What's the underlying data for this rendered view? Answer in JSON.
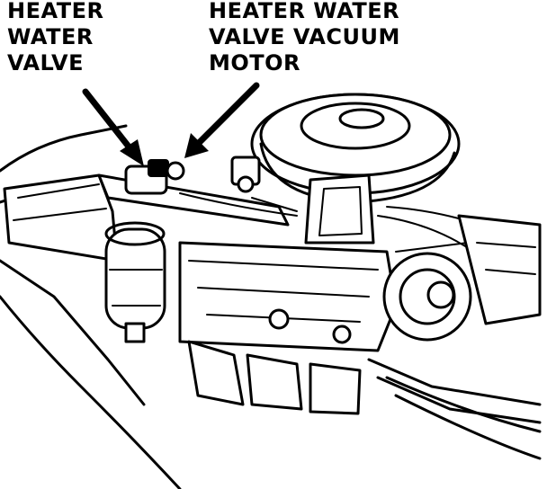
{
  "labels": {
    "heater_water_valve": [
      "HEATER",
      "WATER",
      "VALVE"
    ],
    "heater_water_valve_vacuum_motor": [
      "HEATER WATER",
      "VALVE VACUUM",
      "MOTOR"
    ]
  },
  "colors": {
    "ink": "#000000",
    "paper": "#ffffff"
  }
}
